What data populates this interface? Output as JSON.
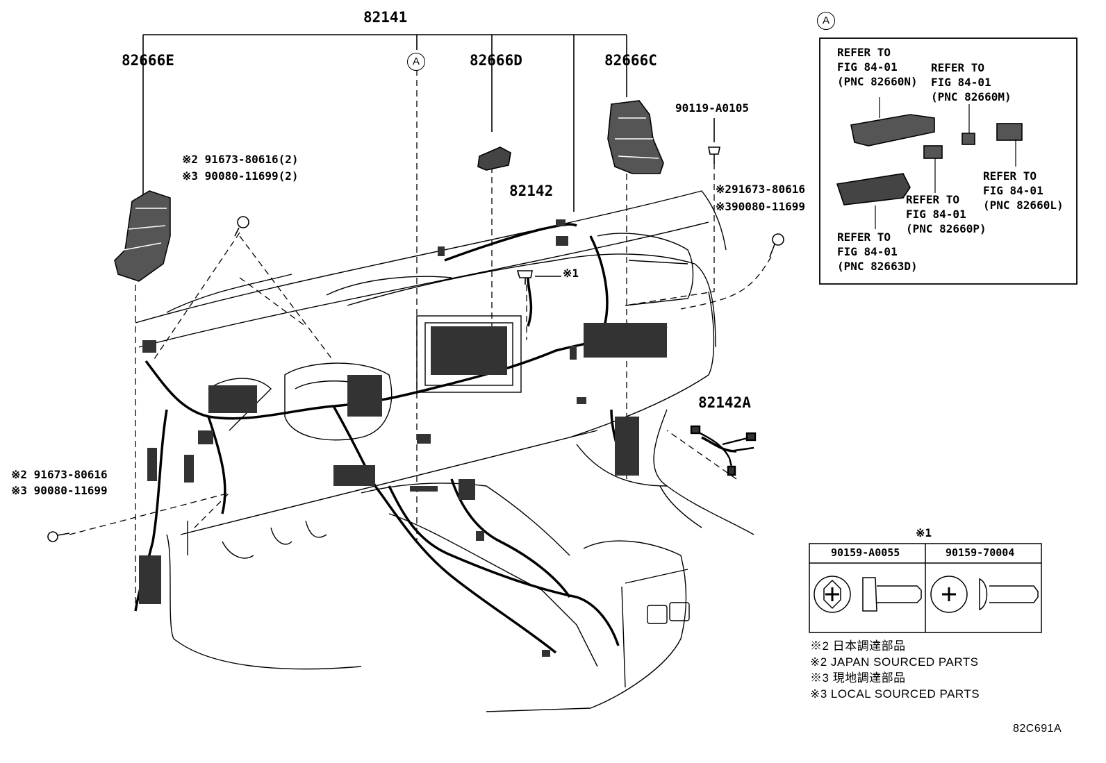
{
  "labels": {
    "main_harness": "82141",
    "part_82666e": "82666E",
    "part_82666d": "82666D",
    "part_82666c": "82666C",
    "part_82142": "82142",
    "part_82142a": "82142A",
    "bolt_top": "90119-A0105",
    "screw_top_left_1": "※2 91673-80616(2)",
    "screw_top_left_2": "※3 90080-11699(2)",
    "screw_right_1": "※291673-80616",
    "screw_right_2": "※390080-11699",
    "screw_left_1": "※2 91673-80616",
    "screw_left_2": "※3 90080-11699",
    "note_star1": "※1",
    "view_a": "A",
    "figure_code": "82C691A"
  },
  "detail_a": {
    "marker": "A",
    "ref_n": [
      "REFER TO",
      "FIG 84-01",
      "(PNC 82660N)"
    ],
    "ref_m": [
      "REFER TO",
      "FIG 84-01",
      "(PNC 82660M)"
    ],
    "ref_l": [
      "REFER TO",
      "FIG 84-01",
      "(PNC 82660L)"
    ],
    "ref_p": [
      "REFER TO",
      "FIG 84-01",
      "(PNC 82660P)"
    ],
    "ref_d": [
      "REFER TO",
      "FIG 84-01",
      "(PNC 82663D)"
    ]
  },
  "fastener_table": {
    "title": "※1",
    "col1": "90159-A0055",
    "col2": "90159-70004"
  },
  "footnotes": [
    "※2 日本調達部品",
    "※2 JAPAN SOURCED PARTS",
    "※3 現地調達部品",
    "※3 LOCAL SOURCED PARTS"
  ]
}
